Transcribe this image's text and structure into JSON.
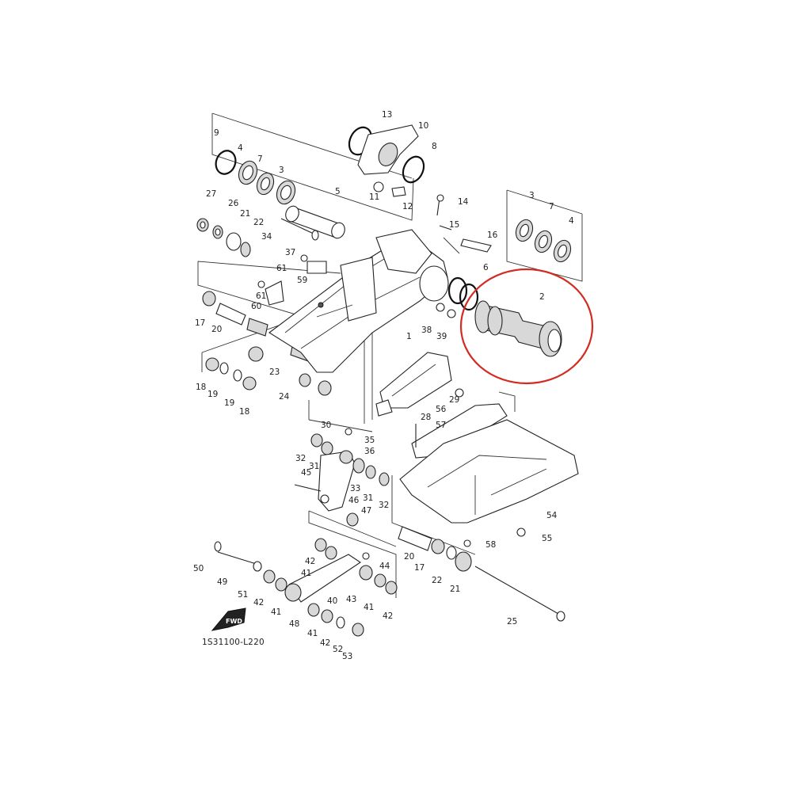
{
  "diagram": {
    "part_code": "1S31100-L220",
    "fwd_label": "FWD",
    "highlight_color": "#d22b22",
    "callouts": [
      "1",
      "2",
      "3",
      "4",
      "5",
      "6",
      "7",
      "8",
      "9",
      "10",
      "11",
      "12",
      "13",
      "14",
      "15",
      "16",
      "17",
      "18",
      "19",
      "20",
      "21",
      "22",
      "23",
      "24",
      "25",
      "26",
      "27",
      "28",
      "29",
      "30",
      "31",
      "32",
      "33",
      "34",
      "35",
      "36",
      "37",
      "38",
      "39",
      "40",
      "41",
      "42",
      "43",
      "44",
      "45",
      "46",
      "47",
      "48",
      "49",
      "50",
      "51",
      "52",
      "53",
      "54",
      "55",
      "56",
      "57",
      "58",
      "59",
      "60",
      "61"
    ]
  }
}
